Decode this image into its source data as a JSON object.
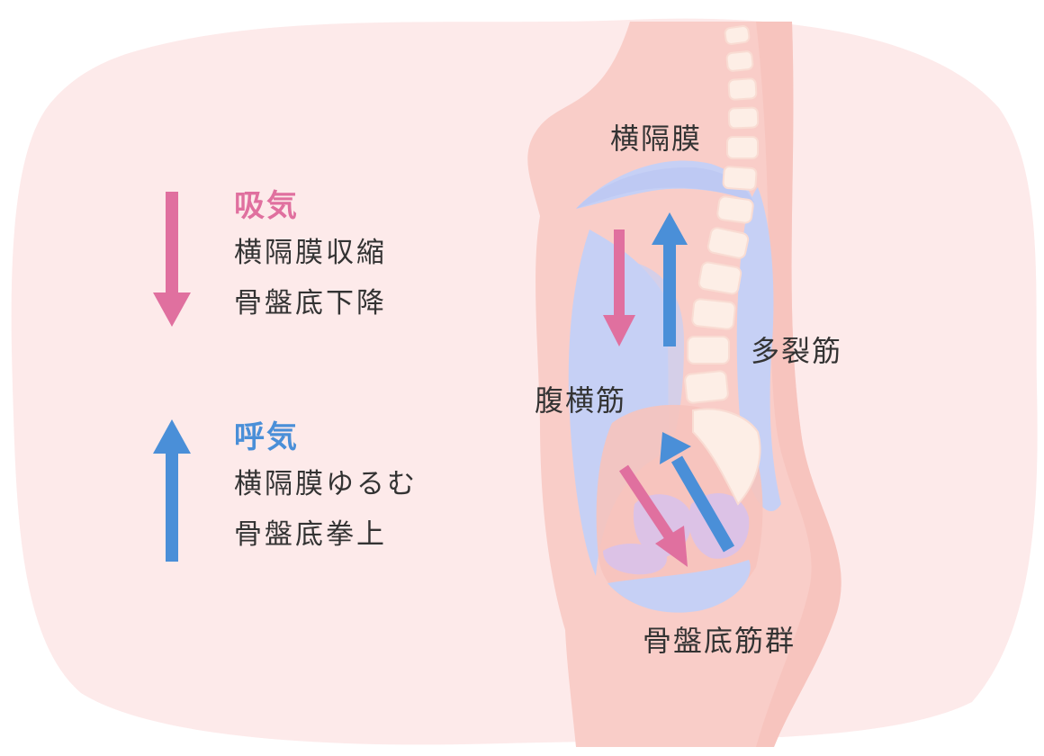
{
  "legend": {
    "inhale": {
      "title": "吸気",
      "lines": [
        "横隔膜収縮",
        "骨盤底下降"
      ]
    },
    "exhale": {
      "title": "呼気",
      "lines": [
        "横隔膜ゆるむ",
        "骨盤底拳上"
      ]
    }
  },
  "labels": {
    "diaphragm": "横隔膜",
    "multifidus": "多裂筋",
    "transversus_abdominis": "腹横筋",
    "pelvic_floor": "骨盤底筋群"
  },
  "colors": {
    "inhale": "#e0709f",
    "exhale": "#4a8fd8",
    "background_blob": "#fdeaea",
    "body": "#f9cdc8",
    "muscle": "#c6d0f5",
    "organ": "#dcc2e6",
    "spine": "#fdeee6"
  },
  "icons": {
    "inhale_arrow": "arrow-down-icon",
    "exhale_arrow": "arrow-up-icon"
  }
}
